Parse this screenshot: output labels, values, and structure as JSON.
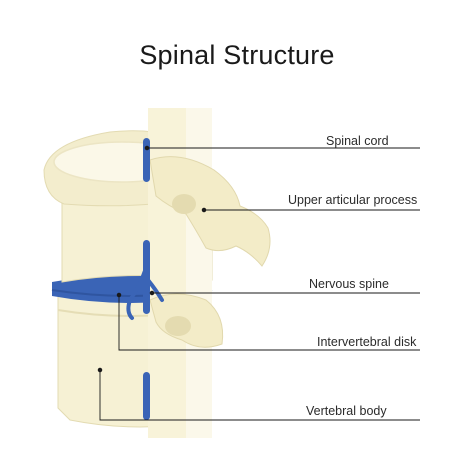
{
  "title": "Spinal Structure",
  "labels": {
    "spinal_cord": "Spinal cord",
    "upper_articular_process": "Upper articular process",
    "nervous_spine": "Nervous spine",
    "intervertebral_disk": "Intervertebral disk",
    "vertebral_body": "Vertebral body"
  },
  "colors": {
    "bone": "#f7f2d3",
    "bone_shade": "#e7dfb5",
    "nerve": "#3a64b6",
    "line": "#1a1a1a"
  }
}
